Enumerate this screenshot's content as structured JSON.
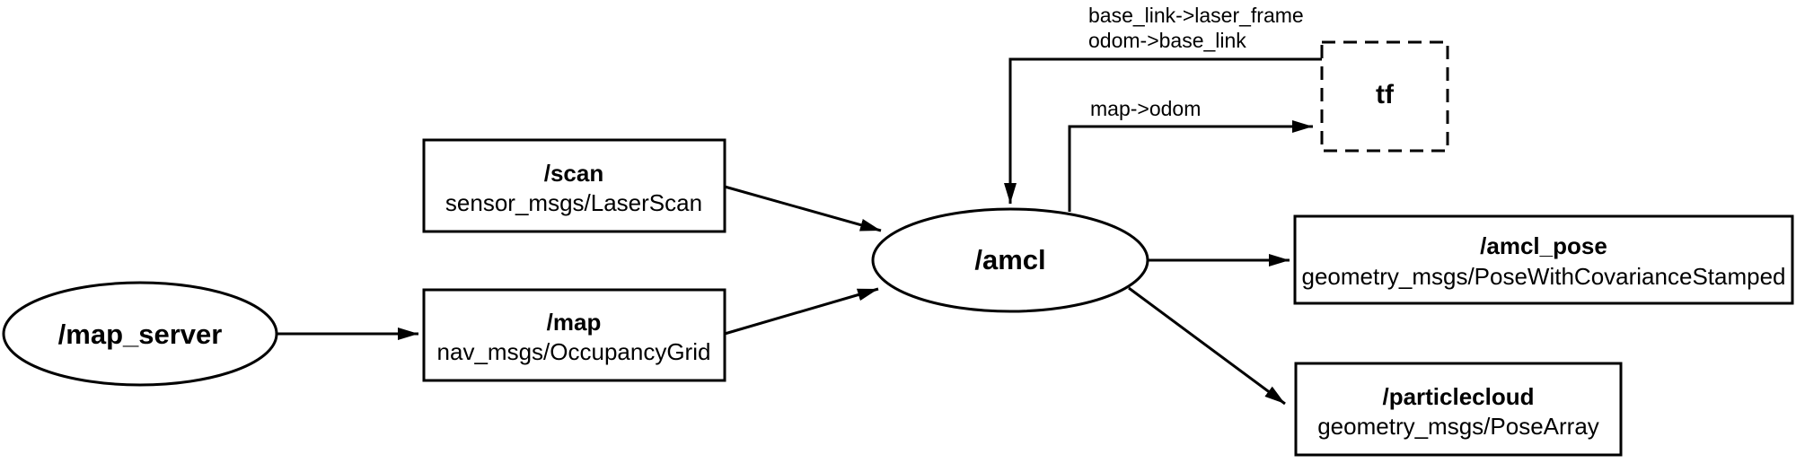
{
  "diagram": {
    "kind": "ros-node-graph",
    "colors": {
      "background": "#ffffff",
      "line": "#000000",
      "node_text": "#000000",
      "topic_type": "#1879b8"
    },
    "nodes": {
      "map_server": {
        "label": "/map_server",
        "shape": "ellipse"
      },
      "amcl": {
        "label": "/amcl",
        "shape": "ellipse"
      },
      "tf": {
        "label": "tf",
        "shape": "dashed-box"
      }
    },
    "topics": {
      "scan": {
        "name": "/scan",
        "type": "sensor_msgs/LaserScan"
      },
      "map": {
        "name": "/map",
        "type": "nav_msgs/OccupancyGrid"
      },
      "amcl_pose": {
        "name": "/amcl_pose",
        "type": "geometry_msgs/PoseWithCovarianceStamped"
      },
      "particlecloud": {
        "name": "/particlecloud",
        "type": "geometry_msgs/PoseArray"
      }
    },
    "edge_labels": {
      "tf_input_line1": "base_link->laser_frame",
      "tf_input_line2": "odom->base_link",
      "map_odom": "map->odom"
    },
    "edges": [
      {
        "from": "/map_server",
        "to": "/map"
      },
      {
        "from": "/scan",
        "to": "/amcl"
      },
      {
        "from": "/map",
        "to": "/amcl"
      },
      {
        "from": "/amcl",
        "to": "/amcl_pose"
      },
      {
        "from": "/amcl",
        "to": "/particlecloud"
      },
      {
        "from": "/amcl",
        "to": "tf",
        "label": "map->odom"
      },
      {
        "from": "tf",
        "to": "/amcl",
        "label": "base_link->laser_frame, odom->base_link"
      }
    ]
  }
}
